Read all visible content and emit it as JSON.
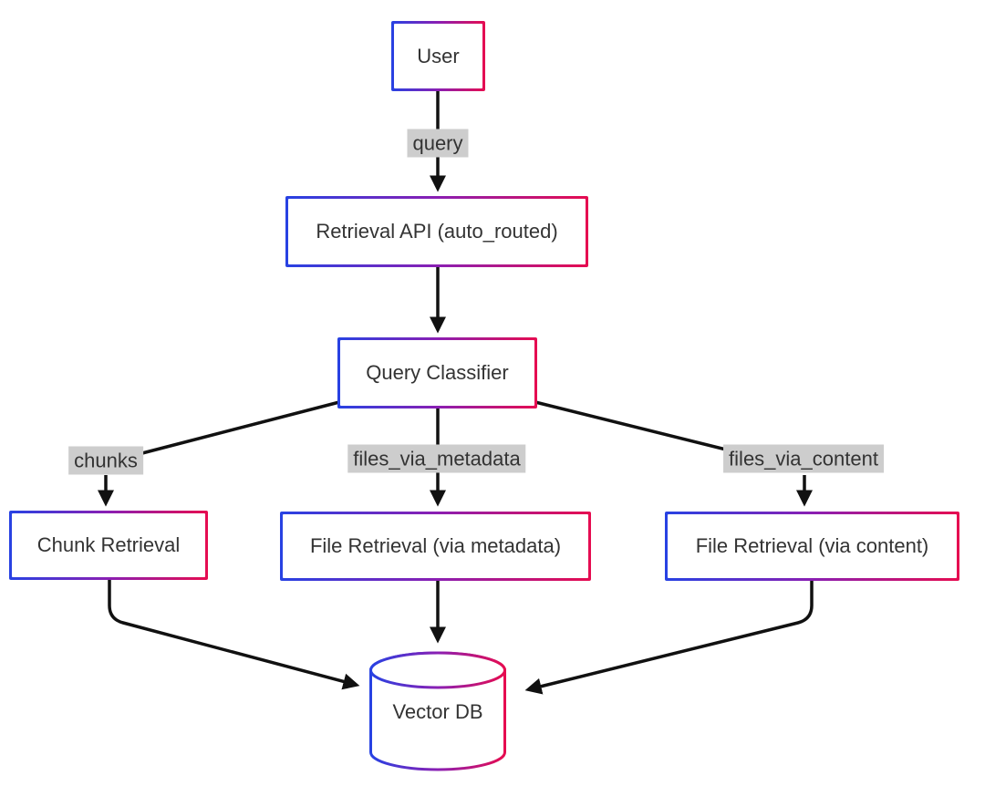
{
  "diagram": {
    "type": "flowchart",
    "direction": "top-down",
    "background": "#ffffff",
    "nodes": {
      "user": {
        "label": "User",
        "shape": "rectangle"
      },
      "retrieval_api": {
        "label": "Retrieval API (auto_routed)",
        "shape": "rectangle"
      },
      "query_classifier": {
        "label": "Query Classifier",
        "shape": "rectangle"
      },
      "chunk_retrieval": {
        "label": "Chunk Retrieval",
        "shape": "rectangle"
      },
      "file_retrieval_metadata": {
        "label": "File Retrieval (via metadata)",
        "shape": "rectangle"
      },
      "file_retrieval_content": {
        "label": "File Retrieval (via content)",
        "shape": "rectangle"
      },
      "vector_db": {
        "label": "Vector DB",
        "shape": "cylinder"
      }
    },
    "edge_labels": {
      "query": "query",
      "chunks": "chunks",
      "files_via_metadata": "files_via_metadata",
      "files_via_content": "files_via_content"
    },
    "edges": [
      {
        "from": "user",
        "to": "retrieval_api",
        "label": "query"
      },
      {
        "from": "retrieval_api",
        "to": "query_classifier",
        "label": ""
      },
      {
        "from": "query_classifier",
        "to": "chunk_retrieval",
        "label": "chunks"
      },
      {
        "from": "query_classifier",
        "to": "file_retrieval_metadata",
        "label": "files_via_metadata"
      },
      {
        "from": "query_classifier",
        "to": "file_retrieval_content",
        "label": "files_via_content"
      },
      {
        "from": "chunk_retrieval",
        "to": "vector_db",
        "label": ""
      },
      {
        "from": "file_retrieval_metadata",
        "to": "vector_db",
        "label": ""
      },
      {
        "from": "file_retrieval_content",
        "to": "vector_db",
        "label": ""
      }
    ],
    "colors": {
      "node_border_gradient_start": "#2742e3",
      "node_border_gradient_mid": "#8a1fb3",
      "node_border_gradient_end": "#e60c50",
      "node_fill": "#ffffff",
      "node_text": "#333333",
      "edge_stroke": "#111111",
      "edge_label_bg": "#cdcdcd",
      "edge_label_text": "#333333"
    }
  }
}
